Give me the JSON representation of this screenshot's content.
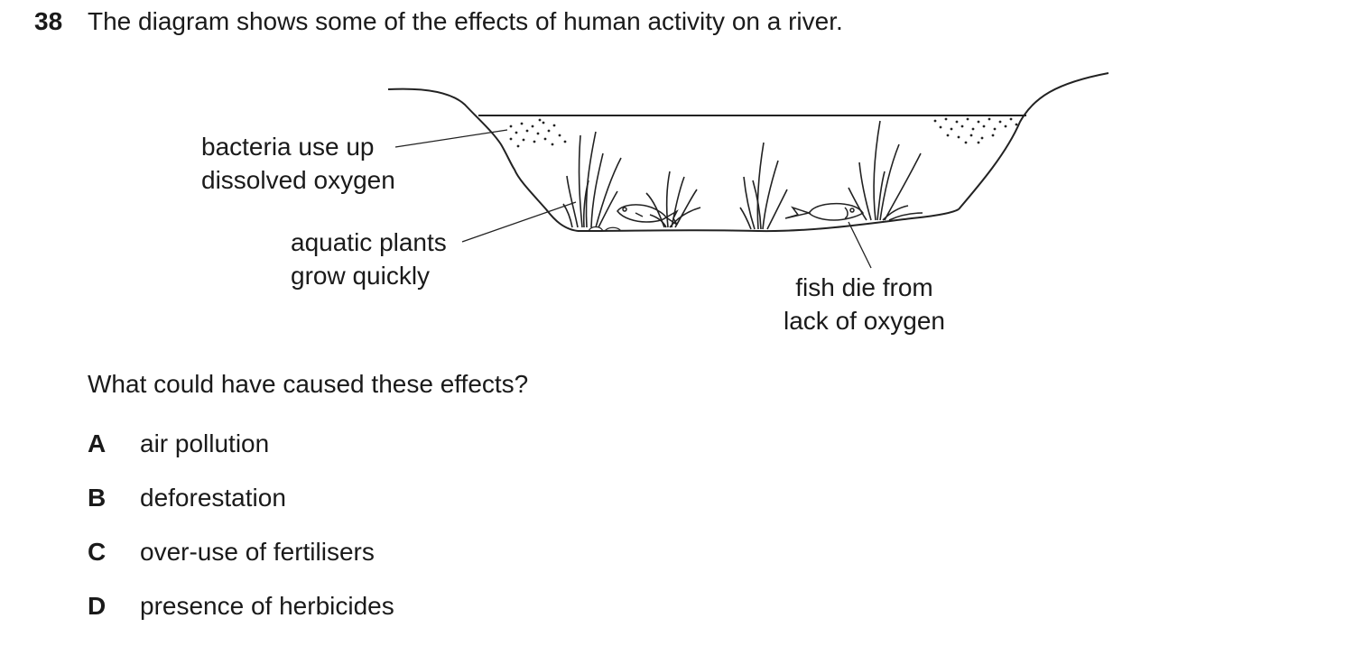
{
  "question": {
    "number": "38",
    "text": "The diagram shows some of the effects of human activity on a river."
  },
  "diagram": {
    "labels": {
      "bacteria": [
        "bacteria use up",
        "dissolved oxygen"
      ],
      "plants": [
        "aquatic plants",
        "grow quickly"
      ],
      "fish": [
        "fish die from",
        "lack of oxygen"
      ]
    }
  },
  "prompt": "What could have caused these effects?",
  "options": [
    {
      "letter": "A",
      "text": "air pollution"
    },
    {
      "letter": "B",
      "text": "deforestation"
    },
    {
      "letter": "C",
      "text": "over-use of fertilisers"
    },
    {
      "letter": "D",
      "text": "presence of herbicides"
    }
  ]
}
